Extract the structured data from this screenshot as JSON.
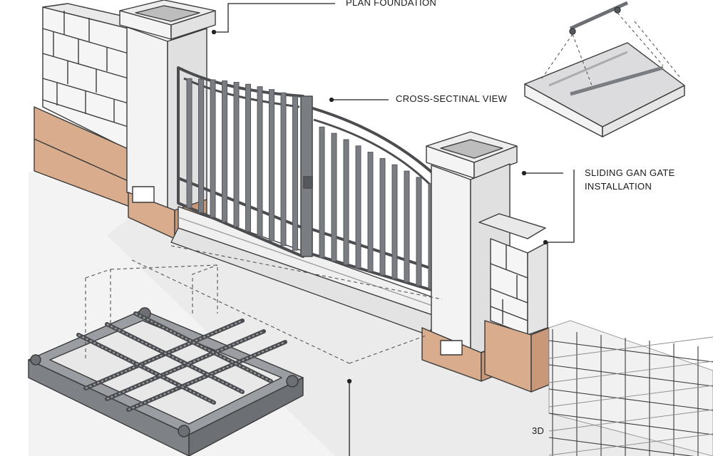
{
  "labels": {
    "plan_foundation": "PLAN FOUNDATION",
    "cross_section": "CROSS-SECTINAL VIEW",
    "sliding_line1": "SLIDING GAN GATE",
    "sliding_line2": "INSTALLATION",
    "three_d": "3D"
  },
  "colors": {
    "line": "#3a3a3a",
    "wall_face": "#f2f2f2",
    "wall_side": "#e4e4e4",
    "footing": "#d8ac8c",
    "footing_dark": "#c99878",
    "metal": "#7a7d82",
    "metal_dark": "#55585c",
    "slab": "#d9d9db",
    "ground": "#ececec"
  }
}
